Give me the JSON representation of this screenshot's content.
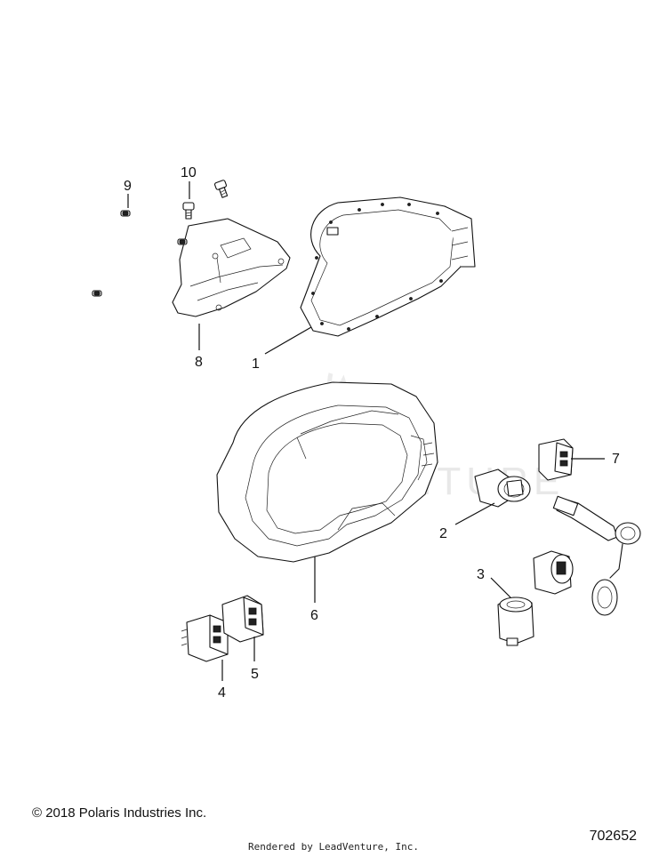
{
  "watermark": "LEADVENTURE",
  "callouts": [
    "1",
    "2",
    "3",
    "4",
    "5",
    "6",
    "7",
    "8",
    "9",
    "10"
  ],
  "footer": {
    "copyright": "© 2018 Polaris Industries Inc.",
    "rendered_by": "Rendered by LeadVenture, Inc.",
    "document_number": "702652"
  }
}
